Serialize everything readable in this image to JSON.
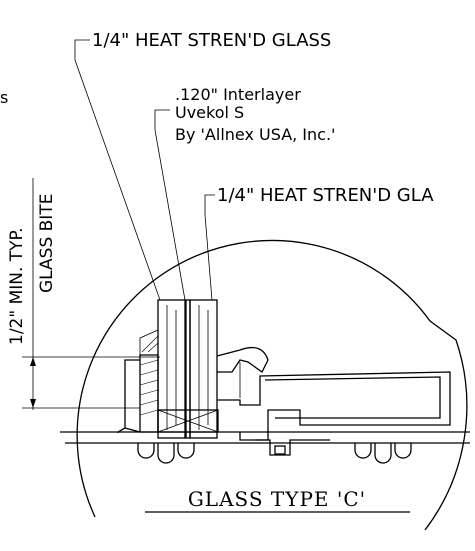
{
  "labels": {
    "outer_glass": "1/4\" HEAT STREN'D GLASS",
    "interlayer_1": ".120\" Interlayer",
    "interlayer_2": "Uvekol S",
    "interlayer_3": "By 'Allnex USA, Inc.'",
    "inner_glass": "1/4\" HEAT STREN'D GLA",
    "dimension": "1/2\" MIN. TYP.",
    "glass_bite": "GLASS BITE",
    "edge_fragment": "s",
    "title": "GLASS TYPE 'C'"
  }
}
